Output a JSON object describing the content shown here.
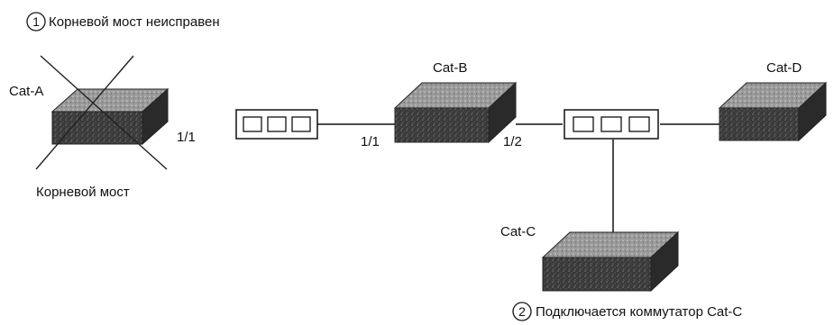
{
  "callouts": [
    {
      "number": "1",
      "text": "Корневой мост неисправен"
    },
    {
      "number": "2",
      "text": "Подключается коммутатор Cat-C"
    }
  ],
  "switches": {
    "cat_a": {
      "name": "Cat-A",
      "role": "Корневой мост",
      "port": "1/1",
      "failed": true
    },
    "cat_b": {
      "name": "Cat-B",
      "port_left": "1/1",
      "port_right": "1/2"
    },
    "cat_c": {
      "name": "Cat-C"
    },
    "cat_d": {
      "name": "Cat-D"
    }
  }
}
